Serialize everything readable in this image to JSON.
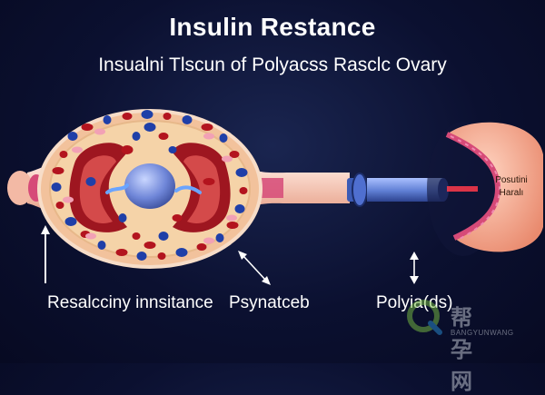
{
  "title": "Insulin Restance",
  "subtitle": "Insualni Tlscun of Polyacss Rasclc Ovary",
  "labels": {
    "left": "Resalcciny innsitance",
    "middle": "Psynatceb",
    "right": "Polyia(ds)"
  },
  "ovary": {
    "line1": "Posutini",
    "line2": "Haralı"
  },
  "watermark": {
    "text": "帮孕网",
    "sub": "BANGYUNWANG"
  },
  "colors": {
    "background": "#0b1030",
    "membrane": "#f4c6b2",
    "cell_red": "#b3141e",
    "cell_blue": "#1f3fa8",
    "ovary": "#f4a58a",
    "tube": "#5f7ed3"
  }
}
